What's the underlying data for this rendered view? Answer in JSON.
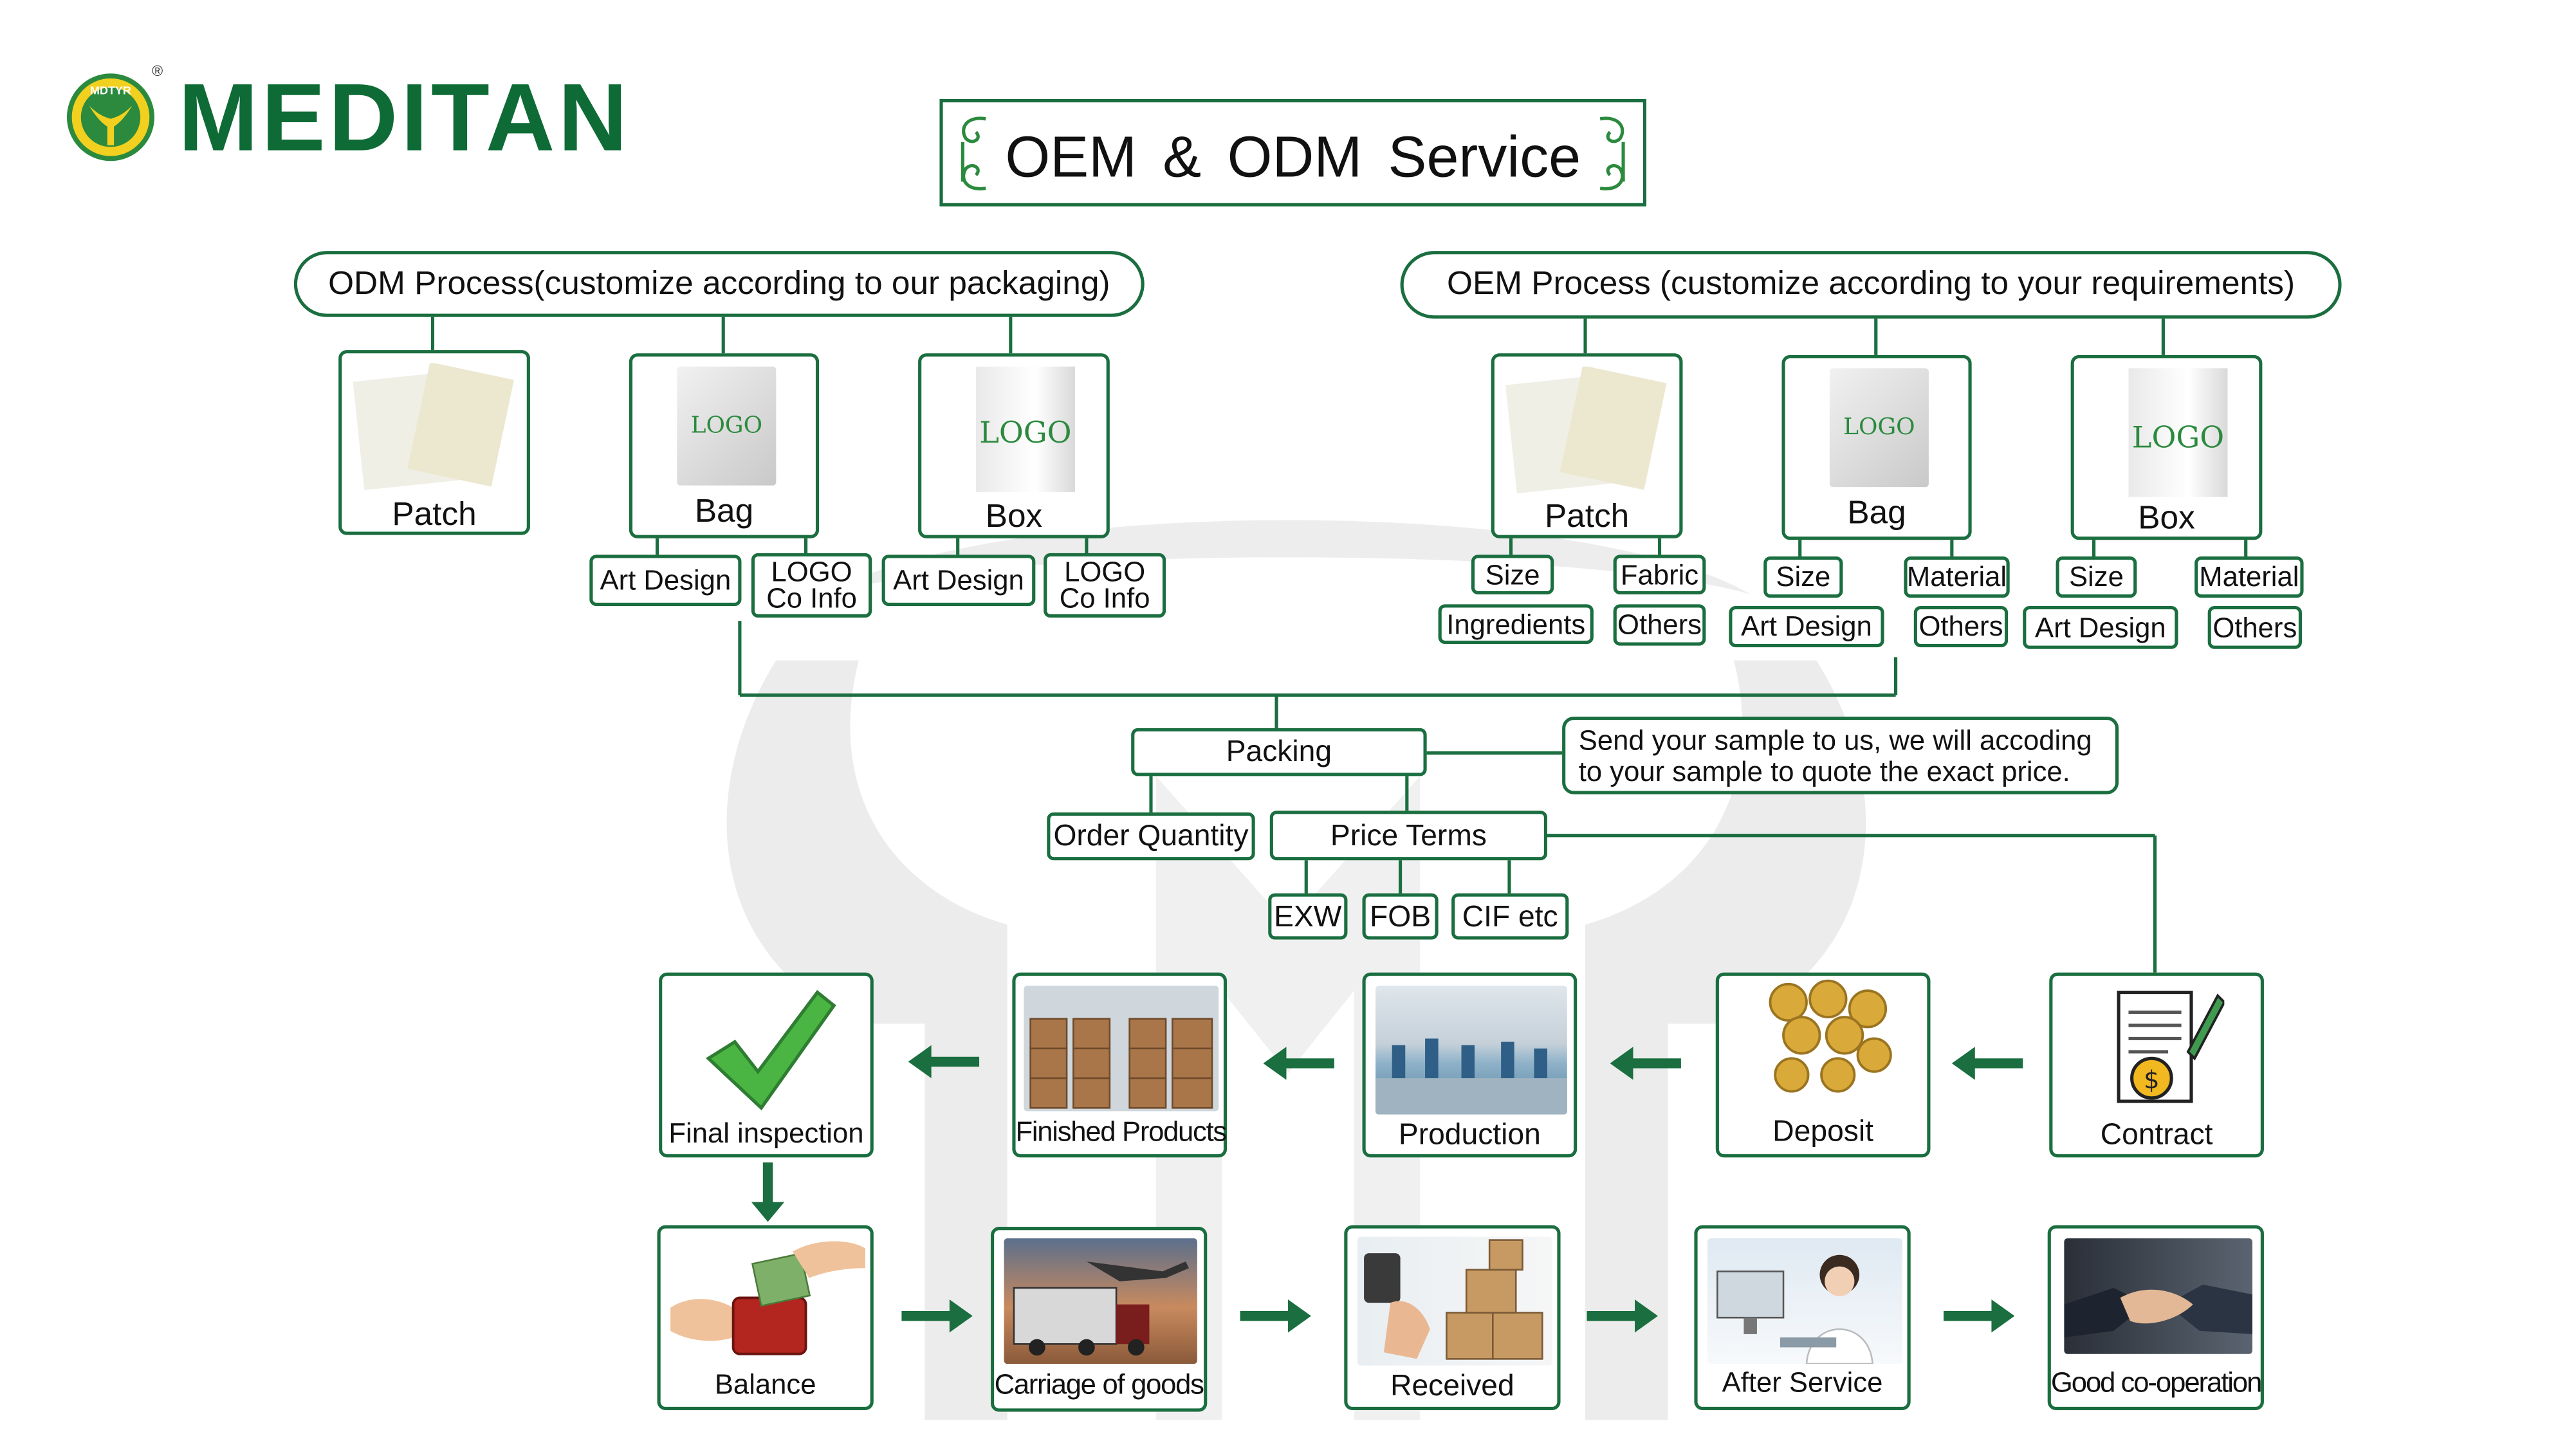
{
  "brand": {
    "name": "MEDITAN",
    "registered_mark": "®",
    "emblem_text": "MDTYR"
  },
  "title": "OEM & ODM Service",
  "odm": {
    "heading": "ODM Process(customize according to our packaging)",
    "items": [
      {
        "label": "Patch"
      },
      {
        "label": "Bag",
        "thumb_text": "LOGO"
      },
      {
        "label": "Box",
        "thumb_text": "LOGO"
      }
    ],
    "bag_tags": [
      "Art Design",
      "LOGO",
      "Co Info"
    ],
    "box_tags": [
      "Art Design",
      "LOGO",
      "Co Info"
    ]
  },
  "oem": {
    "heading": "OEM Process (customize according to your requirements)",
    "items": [
      {
        "label": "Patch"
      },
      {
        "label": "Bag",
        "thumb_text": "LOGO"
      },
      {
        "label": "Box",
        "thumb_text": "LOGO"
      }
    ],
    "patch_tags": [
      "Size",
      "Fabric",
      "Ingredients",
      "Others"
    ],
    "bag_tags": [
      "Size",
      "Material",
      "Art Design",
      "Others"
    ],
    "box_tags": [
      "Size",
      "Material",
      "Art Design",
      "Others"
    ]
  },
  "packing": "Packing",
  "sample_note": [
    "Send your sample to us, we will accoding",
    "to your sample to quote the exact price."
  ],
  "order_quantity": "Order Quantity",
  "price_terms": "Price Terms",
  "terms": [
    "EXW",
    "FOB",
    "CIF etc"
  ],
  "row1": [
    "Contract",
    "Deposit",
    "Production",
    "Finished Products",
    "Final inspection"
  ],
  "row2": [
    "Balance",
    "Carriage of goods",
    "Received",
    "After Service",
    "Good co-operation"
  ],
  "colors": {
    "green": "#1a6e3f",
    "brand": "#0e6b35"
  }
}
